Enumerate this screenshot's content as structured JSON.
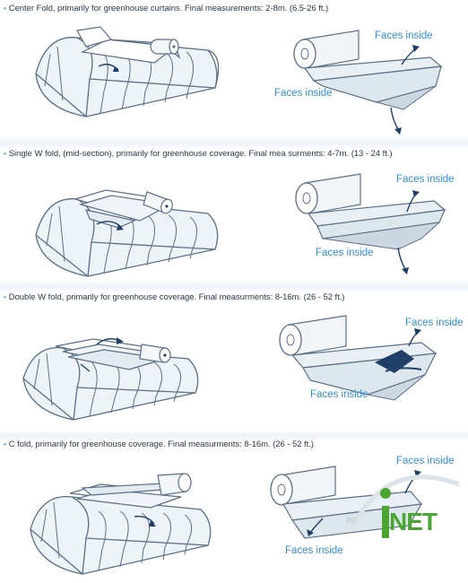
{
  "sections": [
    {
      "caption": "Center Fold, primarily for greenhouse curtains. Final measurements: 2-8m. (6.5-26 ft.)",
      "labels": [
        "Faces inside",
        "Faces inside"
      ]
    },
    {
      "caption": "Single W fold, (mid-section), primarily for greenhouse coverage. Final mea surments: 4-7m. (13 - 24 ft.)",
      "labels": [
        "Faces inside",
        "Faces inside"
      ]
    },
    {
      "caption": "Double W fold, primarily for greenhouse coverage. Final measurments: 8-16m. (26 - 52 ft.)",
      "labels": [
        "Faces inside",
        "Faces inside"
      ]
    },
    {
      "caption": "C fold, primarily for greenhouse coverage. Final measurments: 8-16m. (26 - 52 ft.)",
      "labels": [
        "Faces inside",
        "Faces inside"
      ]
    }
  ],
  "watermark": {
    "text": "NET",
    "small": "ito"
  },
  "colors": {
    "line": "#5b6f86",
    "accent": "#2f8fd6",
    "fill": "#e6edf3",
    "dark": "#1f3f66"
  }
}
